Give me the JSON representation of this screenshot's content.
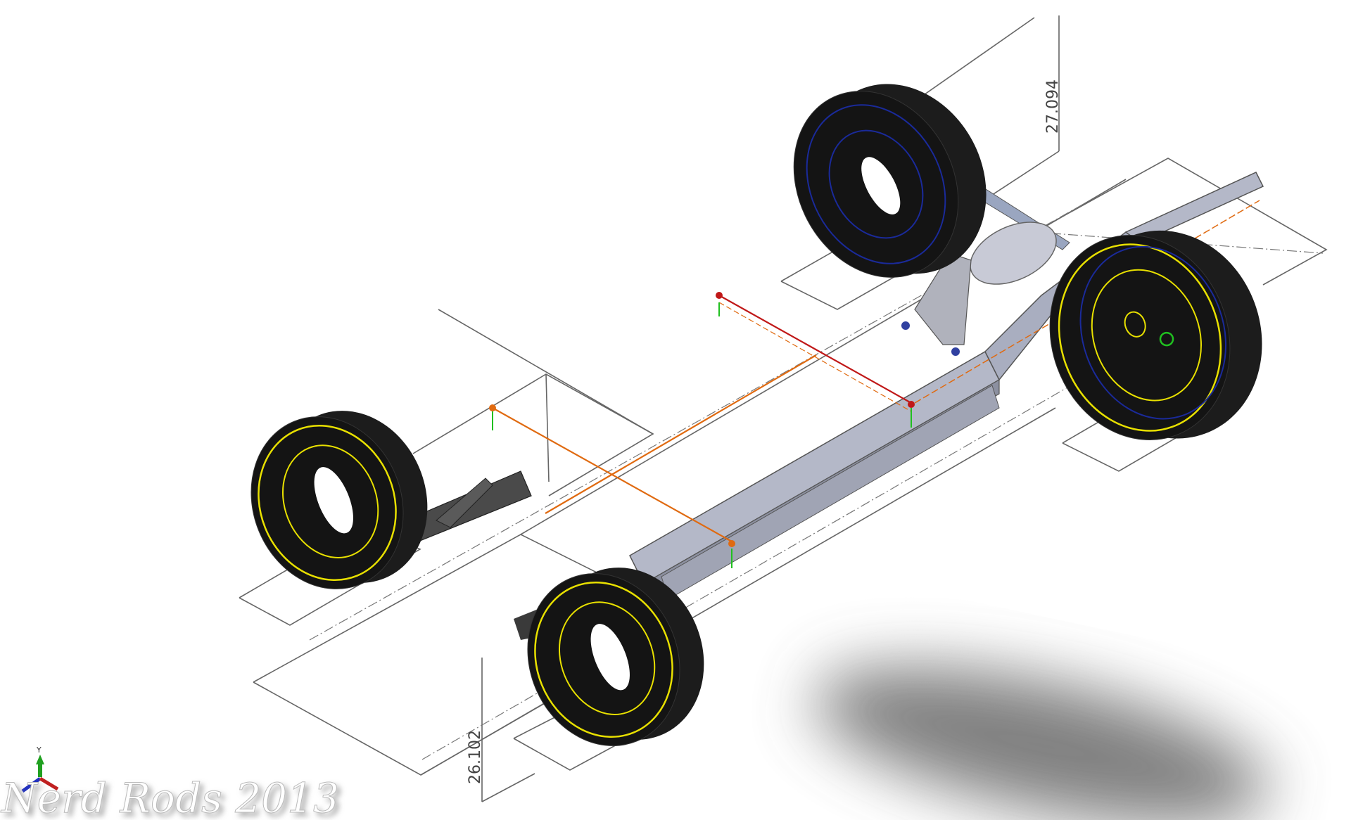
{
  "model": {
    "dimensions": {
      "rear_height": "27.094",
      "front_height": "26.102"
    },
    "watermark": "Nerd Rods 2013",
    "triad_axis_label": "Y"
  },
  "colors": {
    "tire": "#141414",
    "rim_sketch_front": "#e8e000",
    "rim_sketch_rear": "#1a2a9a",
    "frame": "#a9aec0",
    "sketch_orange": "#e06a10",
    "sketch_red": "#c01818",
    "construction": "#666666"
  }
}
